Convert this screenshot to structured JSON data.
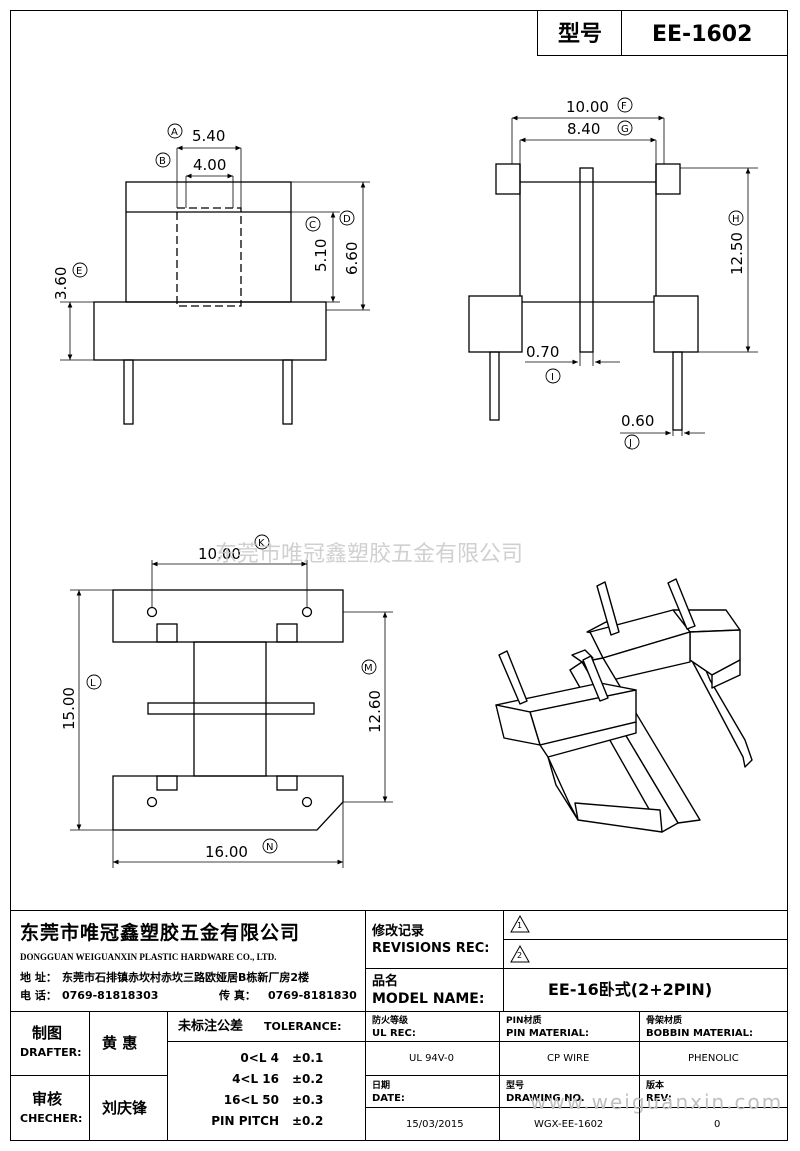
{
  "header": {
    "model_label": "型号",
    "model_value": "EE-1602"
  },
  "drawing": {
    "watermark": "东莞市唯冠鑫塑胶五金有限公司",
    "watermark_url": "www.weiguanxin.com",
    "top_left": {
      "dimensions": [
        {
          "value": "5.40",
          "mark": "A"
        },
        {
          "value": "4.00",
          "mark": "B"
        },
        {
          "value": "5.10",
          "mark": "C"
        },
        {
          "value": "6.60",
          "mark": "D"
        },
        {
          "value": "3.60",
          "mark": "E"
        }
      ]
    },
    "top_right": {
      "dimensions": [
        {
          "value": "10.00",
          "mark": "F"
        },
        {
          "value": "8.40",
          "mark": "G"
        },
        {
          "value": "12.50",
          "mark": "H"
        },
        {
          "value": "0.70",
          "mark": "I"
        },
        {
          "value": "0.60",
          "mark": "J"
        }
      ]
    },
    "bottom_left": {
      "dimensions": [
        {
          "value": "10.00",
          "mark": "K"
        },
        {
          "value": "15.00",
          "mark": "L"
        },
        {
          "value": "12.60",
          "mark": "M"
        },
        {
          "value": "16.00",
          "mark": "N"
        }
      ]
    }
  },
  "title_block": {
    "company_cn": "东莞市唯冠鑫塑胶五金有限公司",
    "company_en": "DONGGUAN WEIGUANXIN PLASTIC HARDWARE CO., LTD.",
    "address_label": "地  址：",
    "address": "东莞市石排镇赤坎村赤坎三路欧娅居B栋新厂房2楼",
    "phone_label": "电  话：",
    "phone": "0769-81818303",
    "fax_label": "传  真：",
    "fax": "0769-8181830",
    "revisions_cn": "修改记录",
    "revisions_en": "REVISIONS REC:",
    "rev_marks": [
      "1",
      "2"
    ],
    "model_name_cn": "品名",
    "model_name_en": "MODEL NAME:",
    "model_name_value": "EE-16卧式(2+2PIN)",
    "drafter_cn": "制图",
    "drafter_en": "DRAFTER:",
    "drafter_name": "黄  惠",
    "checker_cn": "审核",
    "checker_en": "CHECHER:",
    "checker_name": "刘庆锋",
    "tolerance_title_cn": "未标注公差",
    "tolerance_title_en": "TOLERANCE:",
    "tolerances": [
      {
        "range": "0<L   4",
        "value": "±0.1"
      },
      {
        "range": "4<L   16",
        "value": "±0.2"
      },
      {
        "range": "16<L   50",
        "value": "±0.3"
      },
      {
        "range": "PIN PITCH",
        "value": "±0.2"
      }
    ],
    "ul_cn": "防火等级",
    "ul_en": "UL REC:",
    "ul_value": "UL 94V-0",
    "pin_cn": "PIN材质",
    "pin_en": "PIN MATERIAL:",
    "pin_value": "CP WIRE",
    "bobbin_cn": "骨架材质",
    "bobbin_en": "BOBBIN MATERIAL:",
    "bobbin_value": "PHENOLIC",
    "date_cn": "日期",
    "date_en": "DATE:",
    "date_value": "15/03/2015",
    "drawing_no_cn": "型号",
    "drawing_no_en": "DRAWING NO.",
    "drawing_no_value": "WGX-EE-1602",
    "rev_cn": "版本",
    "rev_en": "REV:",
    "rev_value": "0"
  }
}
